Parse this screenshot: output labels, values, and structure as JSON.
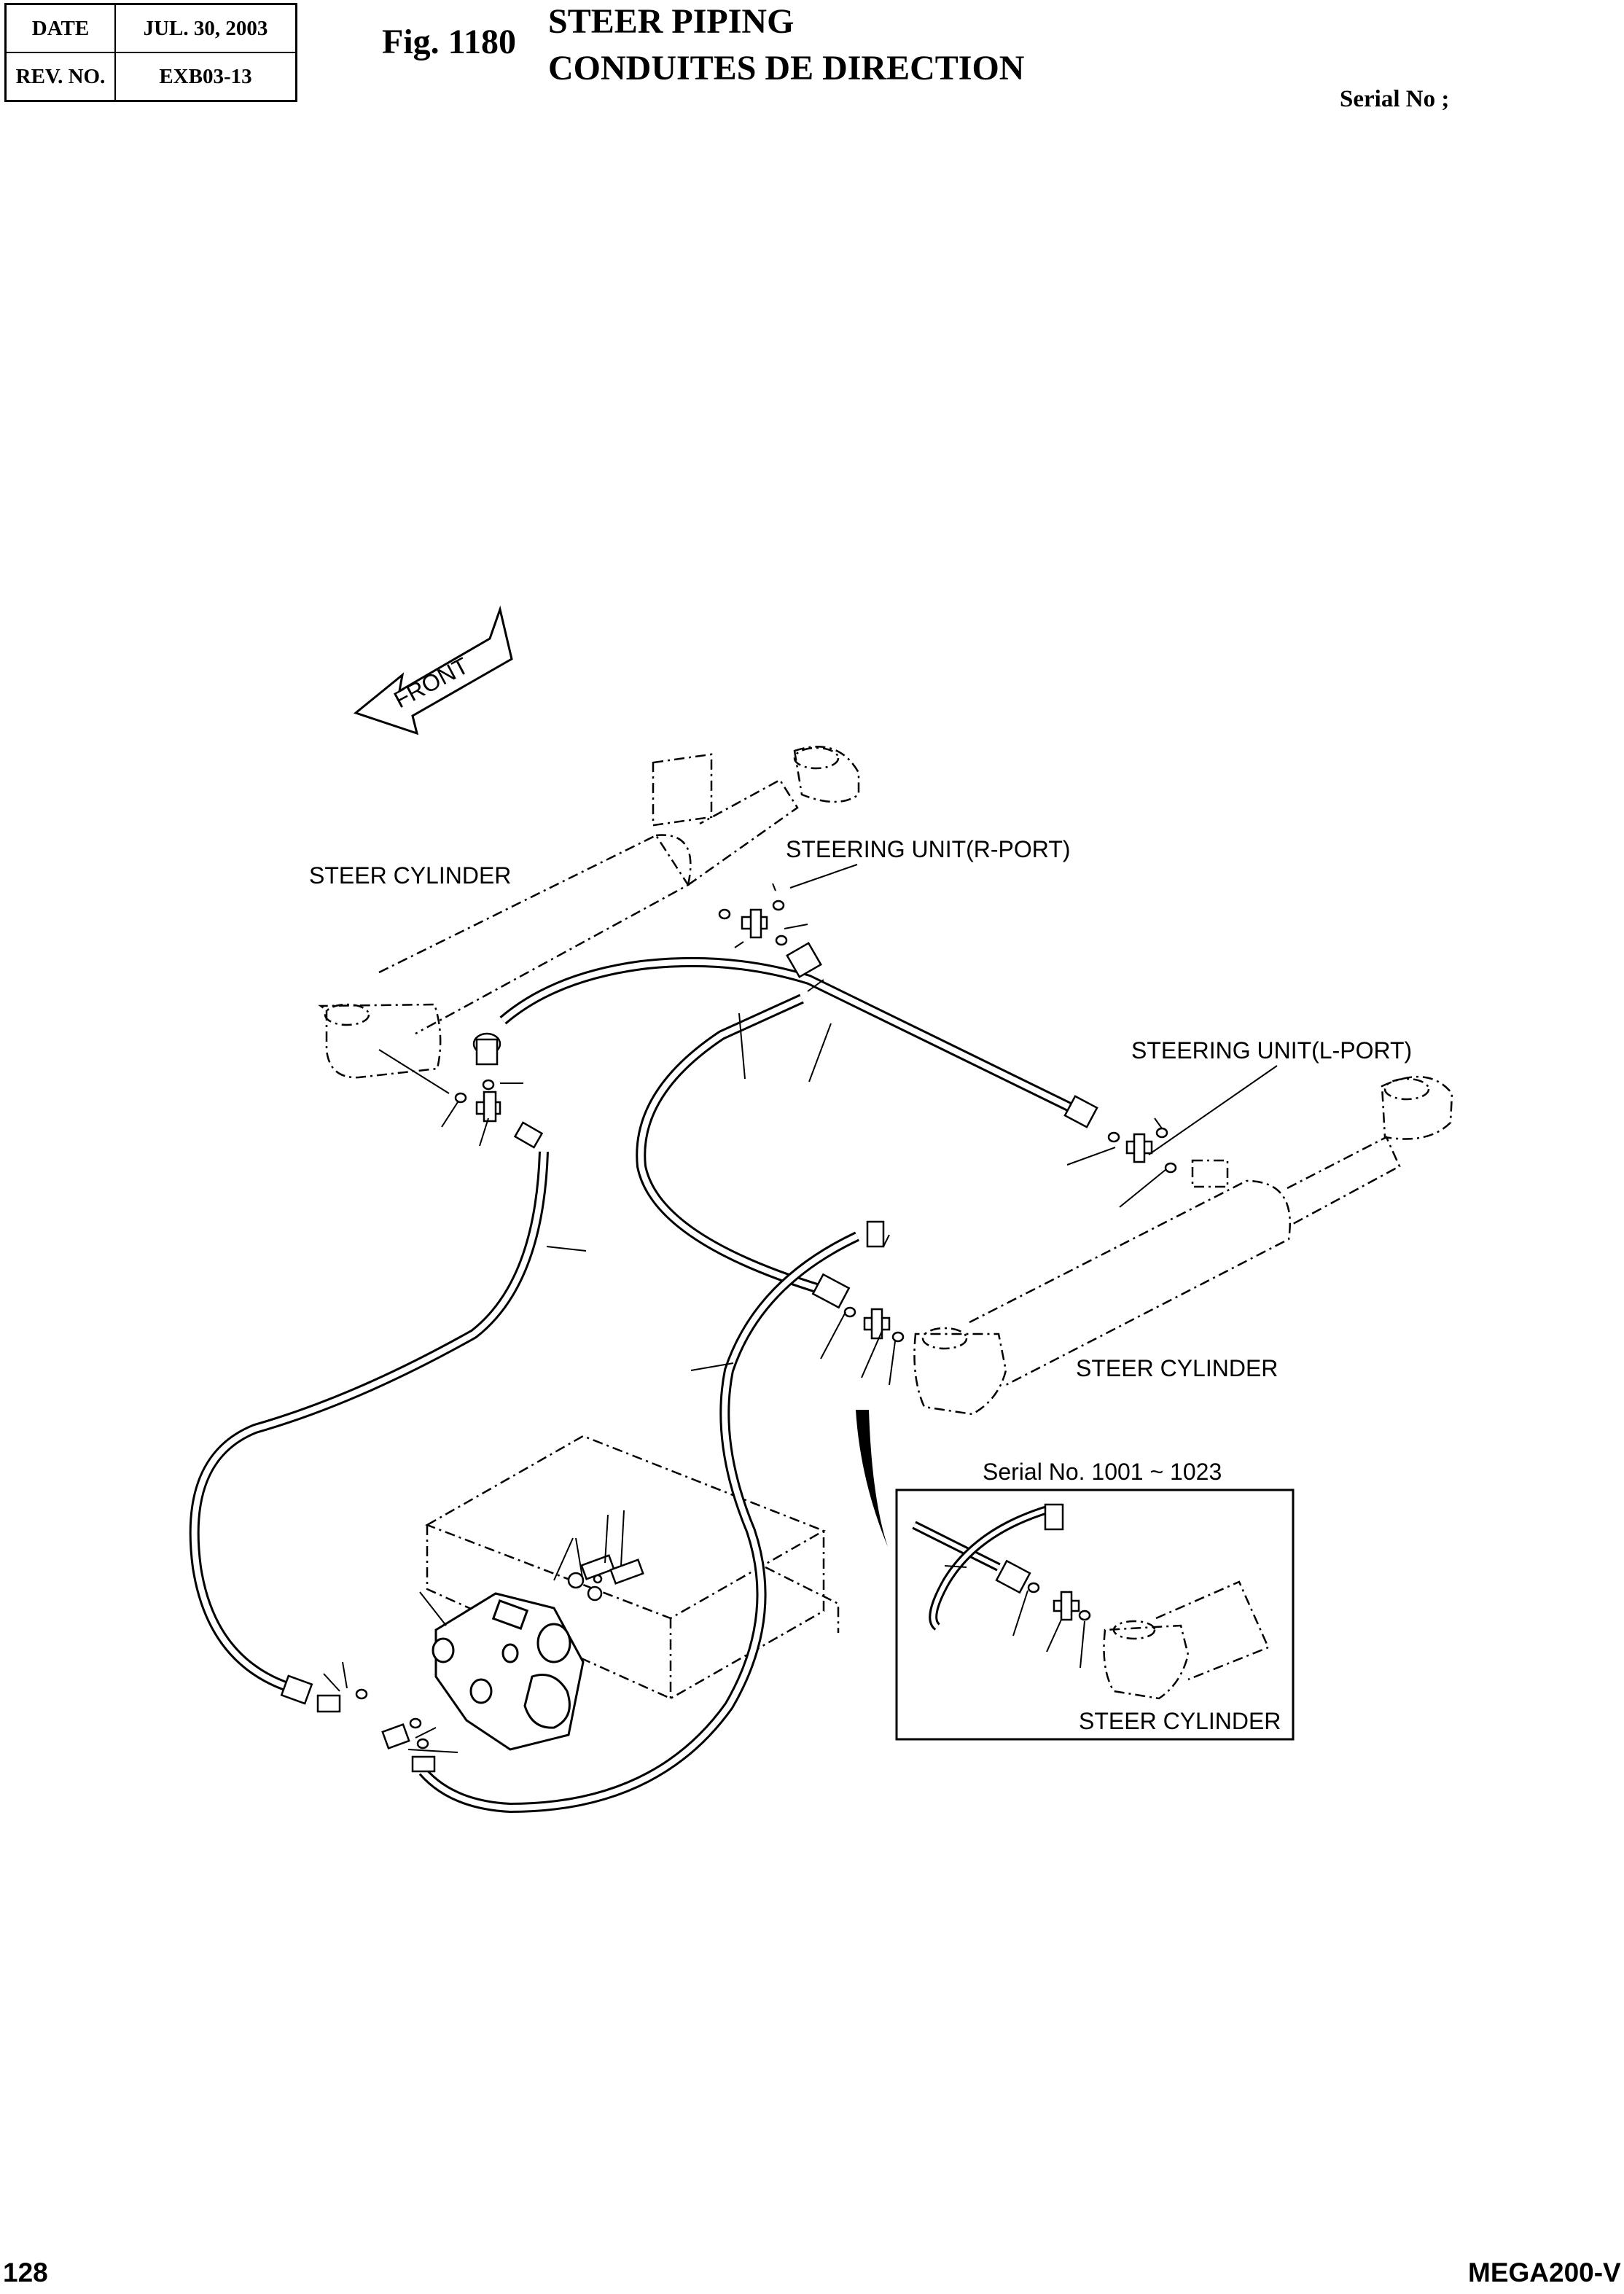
{
  "revision_block": {
    "date_label": "DATE",
    "date_value": "JUL. 30, 2003",
    "rev_label": "REV. NO.",
    "rev_value": "EXB03-13"
  },
  "header": {
    "fig_number": "Fig. 1180",
    "title_en": "STEER PIPING",
    "title_fr": "CONDUITES DE DIRECTION",
    "serial_label": "Serial No ;"
  },
  "diagram": {
    "front_arrow": "FRONT",
    "labels": {
      "steer_cylinder_left": "STEER CYLINDER",
      "steering_unit_r": "STEERING UNIT(R-PORT)",
      "steering_unit_l": "STEERING UNIT(L-PORT)",
      "steer_cylinder_right": "STEER CYLINDER",
      "inset_serial": "Serial No. 1001 ~ 1023",
      "inset_steer_cylinder": "STEER CYLINDER"
    }
  },
  "footer": {
    "page_number": "128",
    "model": "MEGA200-V"
  }
}
